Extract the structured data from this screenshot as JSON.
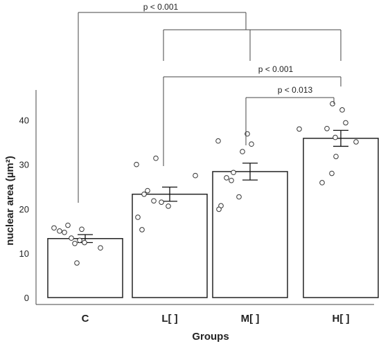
{
  "chart_data": {
    "type": "bar",
    "title": "",
    "xlabel": "Groups",
    "ylabel": "nuclear area (µm²)",
    "ylim": [
      0,
      45
    ],
    "yticks": [
      0,
      10,
      20,
      30,
      40
    ],
    "categories": [
      "C",
      "L[ ]",
      "M[ ]",
      "H[ ]"
    ],
    "values": [
      13.3,
      23.3,
      28.4,
      35.9
    ],
    "errors": [
      0.9,
      1.6,
      1.9,
      1.8
    ],
    "points": [
      [
        15.7,
        15.0,
        14.7,
        16.3,
        13.4,
        12.2,
        12.9,
        12.4,
        15.4,
        11.2,
        7.8
      ],
      [
        30.0,
        31.4,
        18.1,
        15.3,
        23.3,
        24.1,
        21.8,
        21.5,
        20.6,
        27.5
      ],
      [
        35.3,
        20.7,
        19.9,
        27.0,
        26.4,
        28.2,
        22.7,
        32.9,
        36.9,
        34.6
      ],
      [
        38.0,
        43.7,
        25.9,
        28.0,
        38.1,
        36.1,
        31.8,
        42.3,
        39.4,
        35.1
      ]
    ],
    "comparisons": [
      {
        "label": "p < 0.001",
        "from": "C",
        "to": [
          "L[ ]",
          "M[ ]",
          "H[ ]"
        ]
      },
      {
        "label": "p < 0.001",
        "from": "L[ ]",
        "to": [
          "H[ ]"
        ]
      },
      {
        "label": "p < 0.013",
        "from": "M[ ]",
        "to": [
          "H[ ]"
        ]
      }
    ],
    "grid": false,
    "colors": {
      "bar_fill": "#ffffff",
      "bar_stroke": "#222222",
      "point_fill": "#ffffff",
      "point_stroke": "#333333",
      "bracket": "#444444"
    }
  }
}
